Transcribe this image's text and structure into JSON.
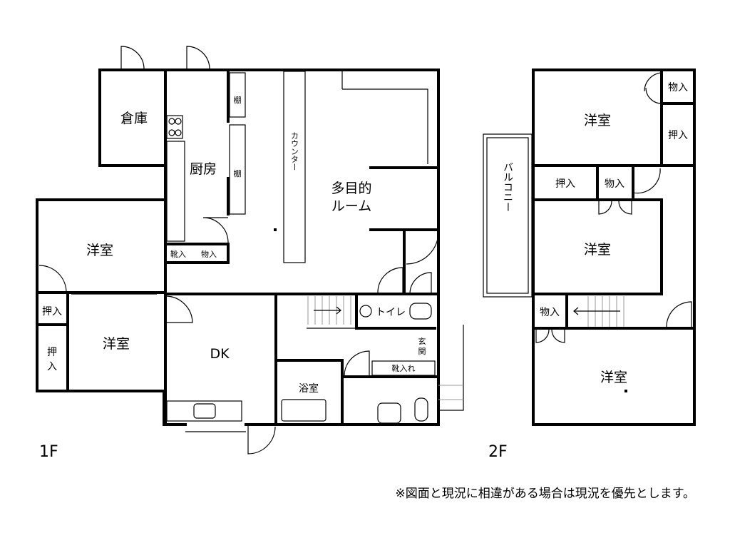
{
  "floors": {
    "first": {
      "label": "1F",
      "rooms": {
        "storage": "倉庫",
        "kitchen": "厨房",
        "shelf_top": "棚",
        "shelf_mid": "棚",
        "counter": "カウンター",
        "multipurpose_line1": "多目的",
        "multipurpose_line2": "ルーム",
        "western_upper": "洋室",
        "shoe_closet": "靴入",
        "storage_small": "物入",
        "closet_a": "押入",
        "closet_b_top": "押",
        "closet_b_bottom": "入",
        "western_lower": "洋室",
        "dk": "DK",
        "toilet": "トイレ",
        "entrance_top": "玄",
        "entrance_bottom": "関",
        "shoe_rack": "靴入れ",
        "bath": "浴室"
      }
    },
    "second": {
      "label": "2F",
      "rooms": {
        "western_top": "洋室",
        "storage_top": "物入",
        "closet_top": "押入",
        "balcony": "バルコニー",
        "closet_mid": "押入",
        "storage_mid": "物入",
        "western_mid": "洋室",
        "storage_low": "物入",
        "western_bottom": "洋室"
      }
    }
  },
  "note": "※図面と現況に相違がある場合は現況を優先とします。"
}
